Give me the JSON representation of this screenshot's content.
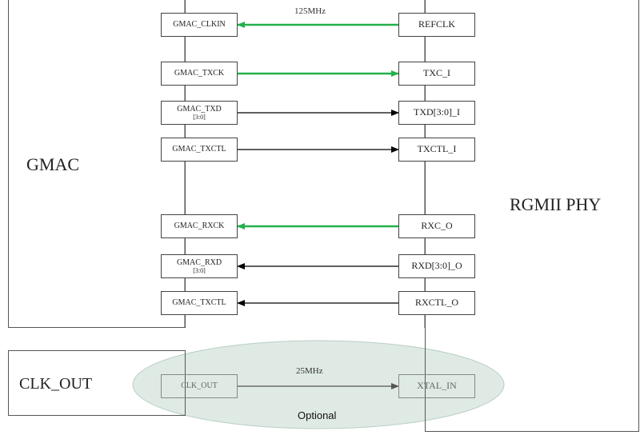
{
  "blocks": {
    "gmac": "GMAC",
    "phy": "RGMII PHY",
    "clk_out": "CLK_OUT"
  },
  "pins": {
    "gmac_clkin": "GMAC_CLKIN",
    "gmac_txck": "GMAC_TXCK",
    "gmac_txd": "GMAC_TXD",
    "gmac_txd_bits": "[3:0]",
    "gmac_txctl": "GMAC_TXCTL",
    "gmac_rxck": "GMAC_RXCK",
    "gmac_rxd": "GMAC_RXD",
    "gmac_rxd_bits": "[3:0]",
    "gmac_rxctl": "GMAC_TXCTL",
    "clk_out_pin": "CLK_OUT",
    "refclk": "REFCLK",
    "txc_i": "TXC_I",
    "txd_i": "TXD[3:0]_I",
    "txctl_i": "TXCTL_I",
    "rxc_o": "RXC_O",
    "rxd_o": "RXD[3:0]_O",
    "rxctl_o": "RXCTL_O",
    "xtal_in": "XTAL_IN"
  },
  "labels": {
    "freq_125": "125MHz",
    "freq_25": "25MHz",
    "optional": "Optional"
  },
  "colors": {
    "clock_arrow": "#22b04b",
    "data_arrow": "#000000",
    "optional_fill": "#dfeae4",
    "optional_stroke": "#b9cfc3"
  }
}
